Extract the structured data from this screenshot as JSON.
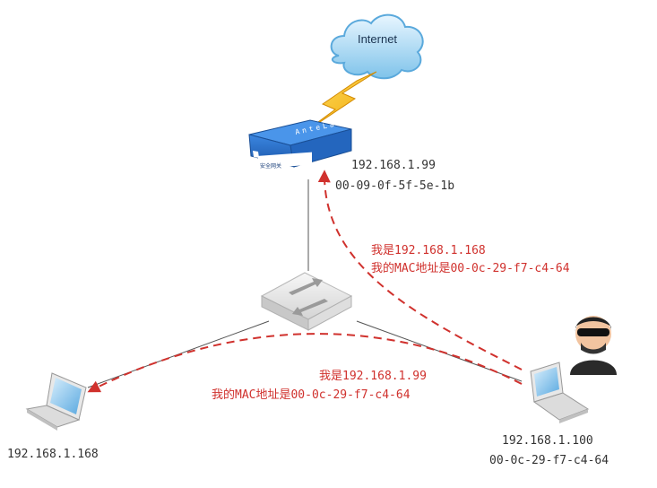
{
  "internet": {
    "label": "Internet"
  },
  "gateway": {
    "brand": "AnteLab",
    "panel": "安全网关",
    "ip": "192.168.1.99",
    "mac": "00-09-0f-5f-5e-1b"
  },
  "attacker_to_gateway": {
    "line1": "我是192.168.1.168",
    "line2": "我的MAC地址是00-0c-29-f7-c4-64"
  },
  "attacker_to_victim": {
    "line1": "我是192.168.1.99",
    "line2": "我的MAC地址是00-0c-29-f7-c4-64"
  },
  "victim": {
    "ip": "192.168.1.168"
  },
  "attacker": {
    "ip": "192.168.1.100",
    "mac": "00-0c-29-f7-c4-64"
  },
  "colors": {
    "spoof": "#d0312d",
    "link": "#555555",
    "gateway": "#1f5fb0"
  }
}
